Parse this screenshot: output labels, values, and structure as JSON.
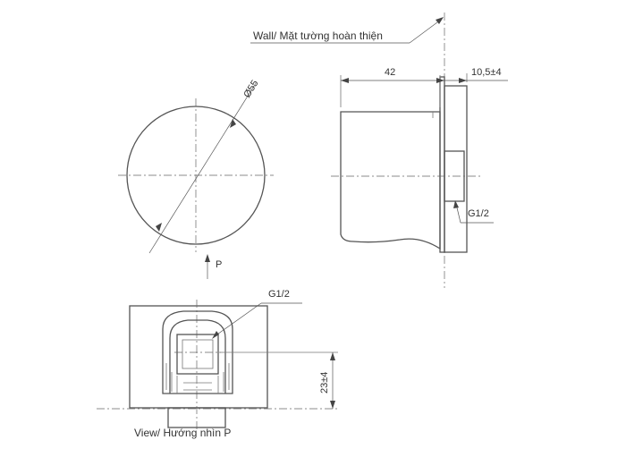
{
  "labels": {
    "wall": "Wall/ Mặt tường hoàn thiện",
    "diameter": "Ø55",
    "dim_depth": "42",
    "dim_protrusion": "10,5±4",
    "thread_side": "G1/2",
    "thread_view": "G1/2",
    "view_arrow": "P",
    "dim_offset": "23±4",
    "view_caption": "View/ Hướng nhìn P"
  }
}
